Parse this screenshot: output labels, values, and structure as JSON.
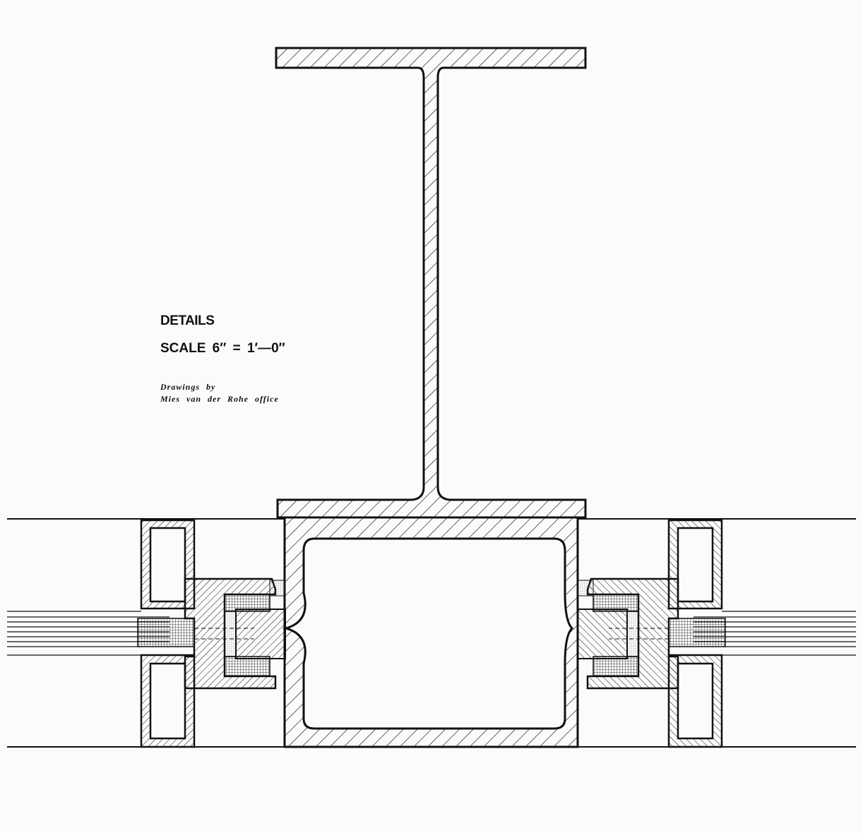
{
  "labels": {
    "title": "DETAILS",
    "scale": "SCALE 6″ = 1′—0″",
    "credit_line1": "Drawings by",
    "credit_line2": "Mies van der Rohe office"
  },
  "colors": {
    "ink": "#111111",
    "paper": "#fbfbfa"
  }
}
